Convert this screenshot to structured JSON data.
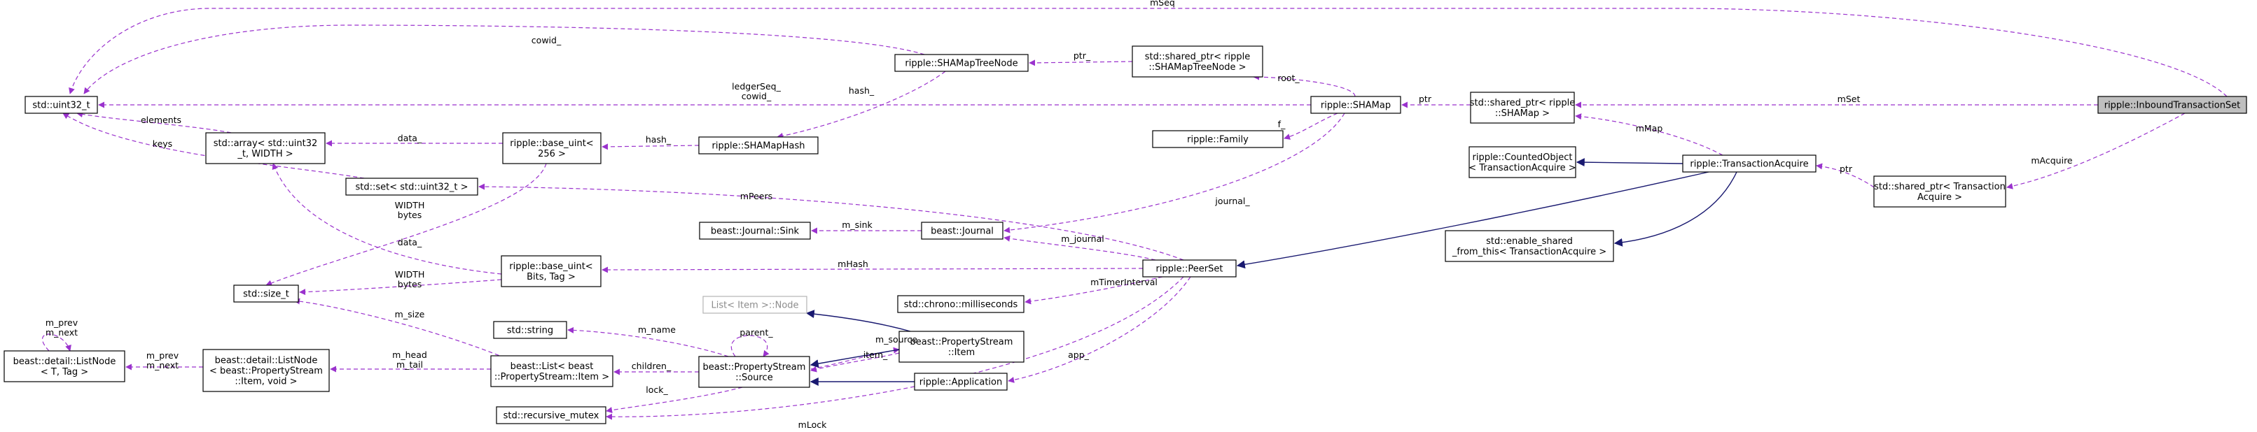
{
  "colors": {
    "usage_edge": "#9a32cd",
    "inheritance_edge": "#191970",
    "highlight_fill": "#bfbfbf",
    "template_text": "#8c8c8c"
  },
  "nodes": {
    "inbound": [
      "ripple::InboundTransactionSet"
    ],
    "uint32": [
      "std::uint32_t"
    ],
    "shamap_tree_node": [
      "ripple::SHAMapTreeNode"
    ],
    "sp_tree_node": [
      "std::shared_ptr< ripple",
      "::SHAMapTreeNode >"
    ],
    "shamap": [
      "ripple::SHAMap"
    ],
    "sp_shamap": [
      "std::shared_ptr< ripple",
      "::SHAMap >"
    ],
    "std_array": [
      "std::array< std::uint32",
      "_t, WIDTH >"
    ],
    "base_uint_256": [
      "ripple::base_uint<",
      "256 >"
    ],
    "shamap_hash": [
      "ripple::SHAMapHash"
    ],
    "family": [
      "ripple::Family"
    ],
    "counted_object": [
      "ripple::CountedObject",
      "< TransactionAcquire >"
    ],
    "transaction_acquire": [
      "ripple::TransactionAcquire"
    ],
    "sp_tx_acquire": [
      "std::shared_ptr< Transaction",
      "Acquire >"
    ],
    "std_set": [
      "std::set< std::uint32_t >"
    ],
    "journal_sink": [
      "beast::Journal::Sink"
    ],
    "journal": [
      "beast::Journal"
    ],
    "enable_shared": [
      "std::enable_shared",
      "_from_this< TransactionAcquire >"
    ],
    "base_uint_bits": [
      "ripple::base_uint<",
      "Bits, Tag >"
    ],
    "peerset": [
      "ripple::PeerSet"
    ],
    "size_t": [
      "std::size_t"
    ],
    "milliseconds": [
      "std::chrono::milliseconds"
    ],
    "list_node_tmpl": [
      "List< Item >::Node"
    ],
    "std_string": [
      "std::string"
    ],
    "ps_item": [
      "beast::PropertyStream",
      "::Item"
    ],
    "detail_list_node": [
      "beast::detail::ListNode",
      "< T, Tag >"
    ],
    "list_node_item": [
      "beast::detail::ListNode",
      "< beast::PropertyStream",
      "::Item, void >"
    ],
    "list_ps_item": [
      "beast::List< beast",
      "::PropertyStream::Item >"
    ],
    "ps_source": [
      "beast::PropertyStream",
      "::Source"
    ],
    "application": [
      "ripple::Application"
    ],
    "recursive_mutex": [
      "std::recursive_mutex"
    ]
  },
  "edge_labels": {
    "mseq": [
      "mSeq"
    ],
    "cowid_tree": [
      "cowid_"
    ],
    "ptr_tree": [
      "ptr_"
    ],
    "root": [
      "root_"
    ],
    "ledgerseq": [
      "ledgerSeq_",
      "cowid_"
    ],
    "hash_tree": [
      "hash_"
    ],
    "ptr_shamap": [
      "ptr"
    ],
    "mset": [
      "mSet"
    ],
    "elements": [
      "elements"
    ],
    "keys": [
      "keys"
    ],
    "data_arr": [
      "data_"
    ],
    "hash_hash": [
      "hash_"
    ],
    "f": [
      "f_"
    ],
    "macquire": [
      "mAcquire"
    ],
    "mmap": [
      "mMap"
    ],
    "ptr_tx": [
      "ptr"
    ],
    "journal_edge": [
      "journal_"
    ],
    "mpeers": [
      "mPeers"
    ],
    "width_bytes_1": [
      "WIDTH",
      "bytes"
    ],
    "msink": [
      "m_sink"
    ],
    "mjournal": [
      "m_journal"
    ],
    "data_bits": [
      "data_"
    ],
    "mhash": [
      "mHash"
    ],
    "width_bytes_2": [
      "WIDTH",
      "bytes"
    ],
    "mtimer": [
      "mTimerInterval"
    ],
    "msize": [
      "m_size"
    ],
    "mprev_next_self": [
      "m_prev",
      "m_next"
    ],
    "mprev_next": [
      "m_prev",
      "m_next"
    ],
    "mhead_tail": [
      "m_head",
      "m_tail"
    ],
    "mname": [
      "m_name"
    ],
    "parent": [
      "parent_"
    ],
    "msource": [
      "m_source"
    ],
    "item": [
      "item_"
    ],
    "app": [
      "app_"
    ],
    "children": [
      "children_"
    ],
    "lock": [
      "lock_"
    ],
    "mlock": [
      "mLock"
    ]
  }
}
